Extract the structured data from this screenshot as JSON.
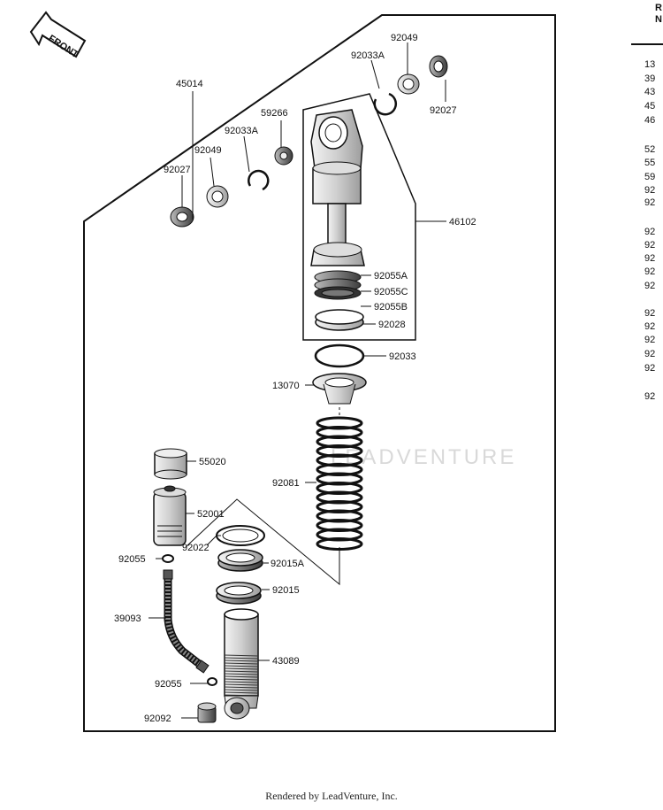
{
  "front_badge": "FRONT",
  "watermark": "LEADVENTURE",
  "footer": "Rendered by LeadVenture, Inc.",
  "right_column": {
    "header": [
      "R",
      "N"
    ],
    "refs": [
      "13",
      "39",
      "43",
      "45",
      "46",
      "52",
      "55",
      "59",
      "92",
      "92",
      "92",
      "92",
      "92",
      "92",
      "92",
      "92",
      "92",
      "92",
      "92",
      "92",
      "92"
    ]
  },
  "labels": {
    "l45014": "45014",
    "l92049a": "92049",
    "l92033Aa": "92033A",
    "l92027a": "92027",
    "l59266": "59266",
    "l92033Ab": "92033A",
    "l92049b": "92049",
    "l92027b": "92027",
    "l46102": "46102",
    "l92055A": "92055A",
    "l92055C": "92055C",
    "l92055B": "92055B",
    "l92028": "92028",
    "l92033": "92033",
    "l13070": "13070",
    "l92081": "92081",
    "l55020": "55020",
    "l52001": "52001",
    "l92022": "92022",
    "l92055a": "92055",
    "l92015A": "92015A",
    "l92015": "92015",
    "l39093": "39093",
    "l43089": "43089",
    "l92055b": "92055",
    "l92092": "92092"
  },
  "colors": {
    "line": "#111111",
    "part_fill": "#e8e8e8",
    "shade": "#9a9a9a"
  }
}
